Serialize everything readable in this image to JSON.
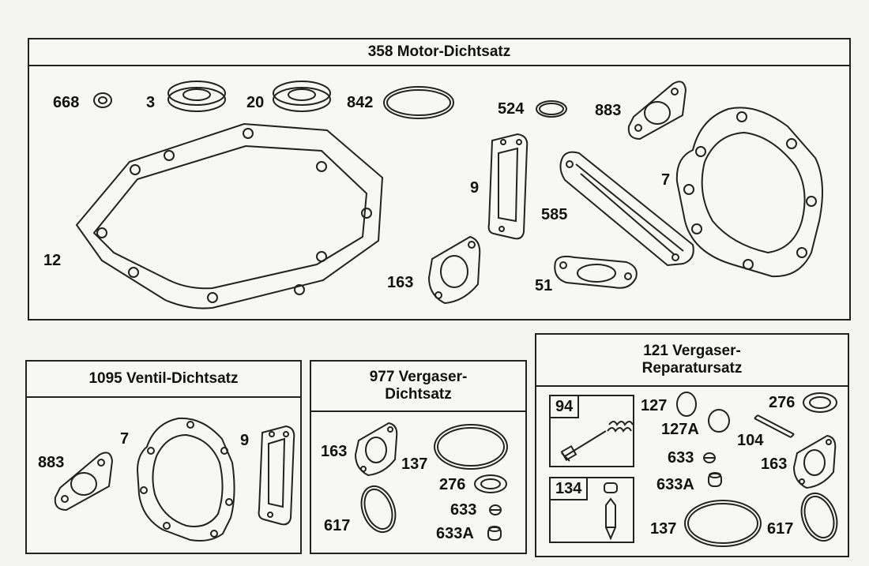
{
  "panels": {
    "motor": {
      "title": "358 Motor-Dichtsatz"
    },
    "ventil": {
      "title": "1095  Ventil-Dichtsatz"
    },
    "vergaser_dicht": {
      "title_line1": "977    Vergaser-",
      "title_line2": "Dichtsatz"
    },
    "vergaser_rep": {
      "title_line1": "121      Vergaser-",
      "title_line2": "Reparatursatz",
      "sub94": "94",
      "sub134": "134"
    }
  },
  "labels": {
    "motor": [
      "668",
      "3",
      "20",
      "842",
      "524",
      "883",
      "9",
      "7",
      "12",
      "585",
      "163",
      "51"
    ],
    "ventil": [
      "883",
      "7",
      "9"
    ],
    "vergaser_dicht": [
      "163",
      "137",
      "276",
      "617",
      "633",
      "633A"
    ],
    "vergaser_rep": [
      "127",
      "276",
      "127A",
      "104",
      "633",
      "163",
      "633A",
      "137",
      "617"
    ]
  }
}
